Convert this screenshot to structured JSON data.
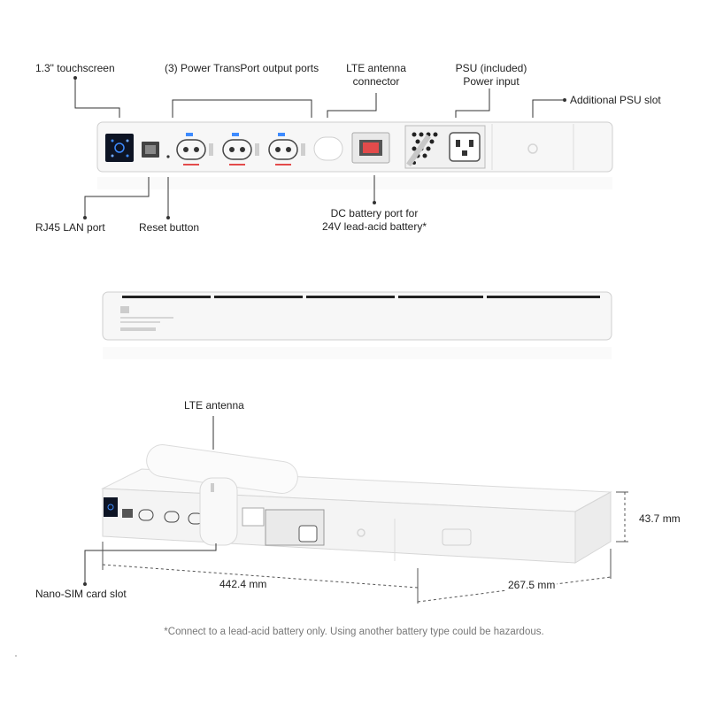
{
  "front_view": {
    "callouts": {
      "touchscreen": "1.3\" touchscreen",
      "output_ports": "(3) Power TransPort output ports",
      "lte_connector": [
        "LTE antenna",
        "connector"
      ],
      "psu_included": [
        "PSU (included)",
        "Power input"
      ],
      "additional_psu": "Additional PSU slot",
      "rj45": "RJ45 LAN port",
      "reset": "Reset button",
      "dc_battery": [
        "DC battery port for",
        "24V lead-acid battery*"
      ]
    }
  },
  "iso_view": {
    "callouts": {
      "lte_antenna": "LTE antenna",
      "nano_sim": "Nano-SIM card slot"
    },
    "dimensions": {
      "width": "442.4 mm",
      "depth": "267.5 mm",
      "height": "43.7 mm"
    }
  },
  "footnote": "*Connect to a lead-acid battery only. Using another battery type could be hazardous.",
  "colors": {
    "chassis": "#f7f7f7",
    "edge": "#d0d0d0",
    "accent_blue": "#3d8bff",
    "port_red": "#e34b4b",
    "screen": "#0d1424"
  }
}
